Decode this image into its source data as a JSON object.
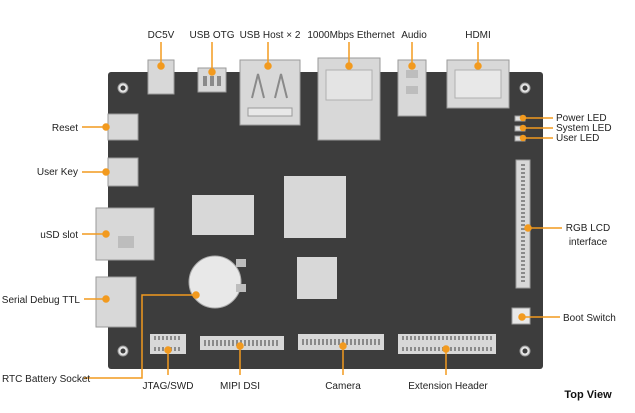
{
  "accent_color": "#F29A1F",
  "board_color": "#3D3D3D",
  "component_color": "#D8D8D8",
  "labels": {
    "dc5v": "DC5V",
    "usb_otg": "USB OTG",
    "usb_host": "USB Host × 2",
    "ethernet": "1000Mbps Ethernet",
    "audio": "Audio",
    "hdmi": "HDMI",
    "power_led": "Power LED",
    "system_led": "System LED",
    "user_led": "User LED",
    "reset": "Reset",
    "user_key": "User Key",
    "usd_slot": "uSD slot",
    "serial_debug": "Serial Debug TTL",
    "rtc_battery": "RTC Battery Socket",
    "jtag_swd": "JTAG/SWD",
    "mipi_dsi": "MIPI DSI",
    "camera": "Camera",
    "extension_header": "Extension Header",
    "rgb_lcd_line1": "RGB LCD",
    "rgb_lcd_line2": "interface",
    "boot_switch": "Boot Switch",
    "view": "Top View"
  }
}
